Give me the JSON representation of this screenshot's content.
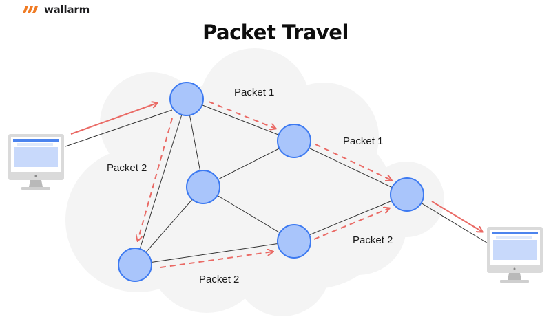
{
  "brand": {
    "name": "wallarm",
    "icon": "wallarm-logo-icon",
    "color": "#f07b24"
  },
  "title": "Packet Travel",
  "colors": {
    "cloud": "#f4f4f4",
    "node_fill": "#a9c5fb",
    "node_stroke": "#3d7af1",
    "path_arrow": "#ea6a65",
    "link": "#333333"
  },
  "labels": {
    "packet1_top": "Packet 1",
    "packet1_right": "Packet 1",
    "packet2_left": "Packet 2",
    "packet2_bottom": "Packet 2",
    "packet2_right": "Packet 2"
  },
  "devices": {
    "sender": "desktop-computer-icon",
    "receiver": "desktop-computer-icon"
  }
}
